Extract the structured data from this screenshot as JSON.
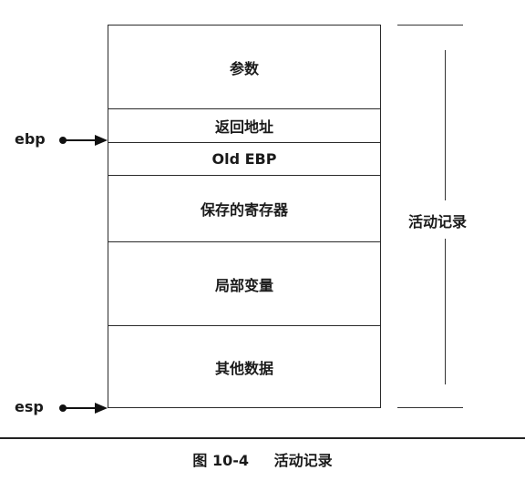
{
  "segments": [
    {
      "label": "参数"
    },
    {
      "label": "返回地址"
    },
    {
      "label": "Old EBP"
    },
    {
      "label": "保存的寄存器"
    },
    {
      "label": "局部变量"
    },
    {
      "label": "其他数据"
    }
  ],
  "pointers": {
    "ebp": "ebp",
    "esp": "esp"
  },
  "bracket_label": "活动记录",
  "caption": {
    "figure": "图 10-4",
    "title": "活动记录"
  }
}
